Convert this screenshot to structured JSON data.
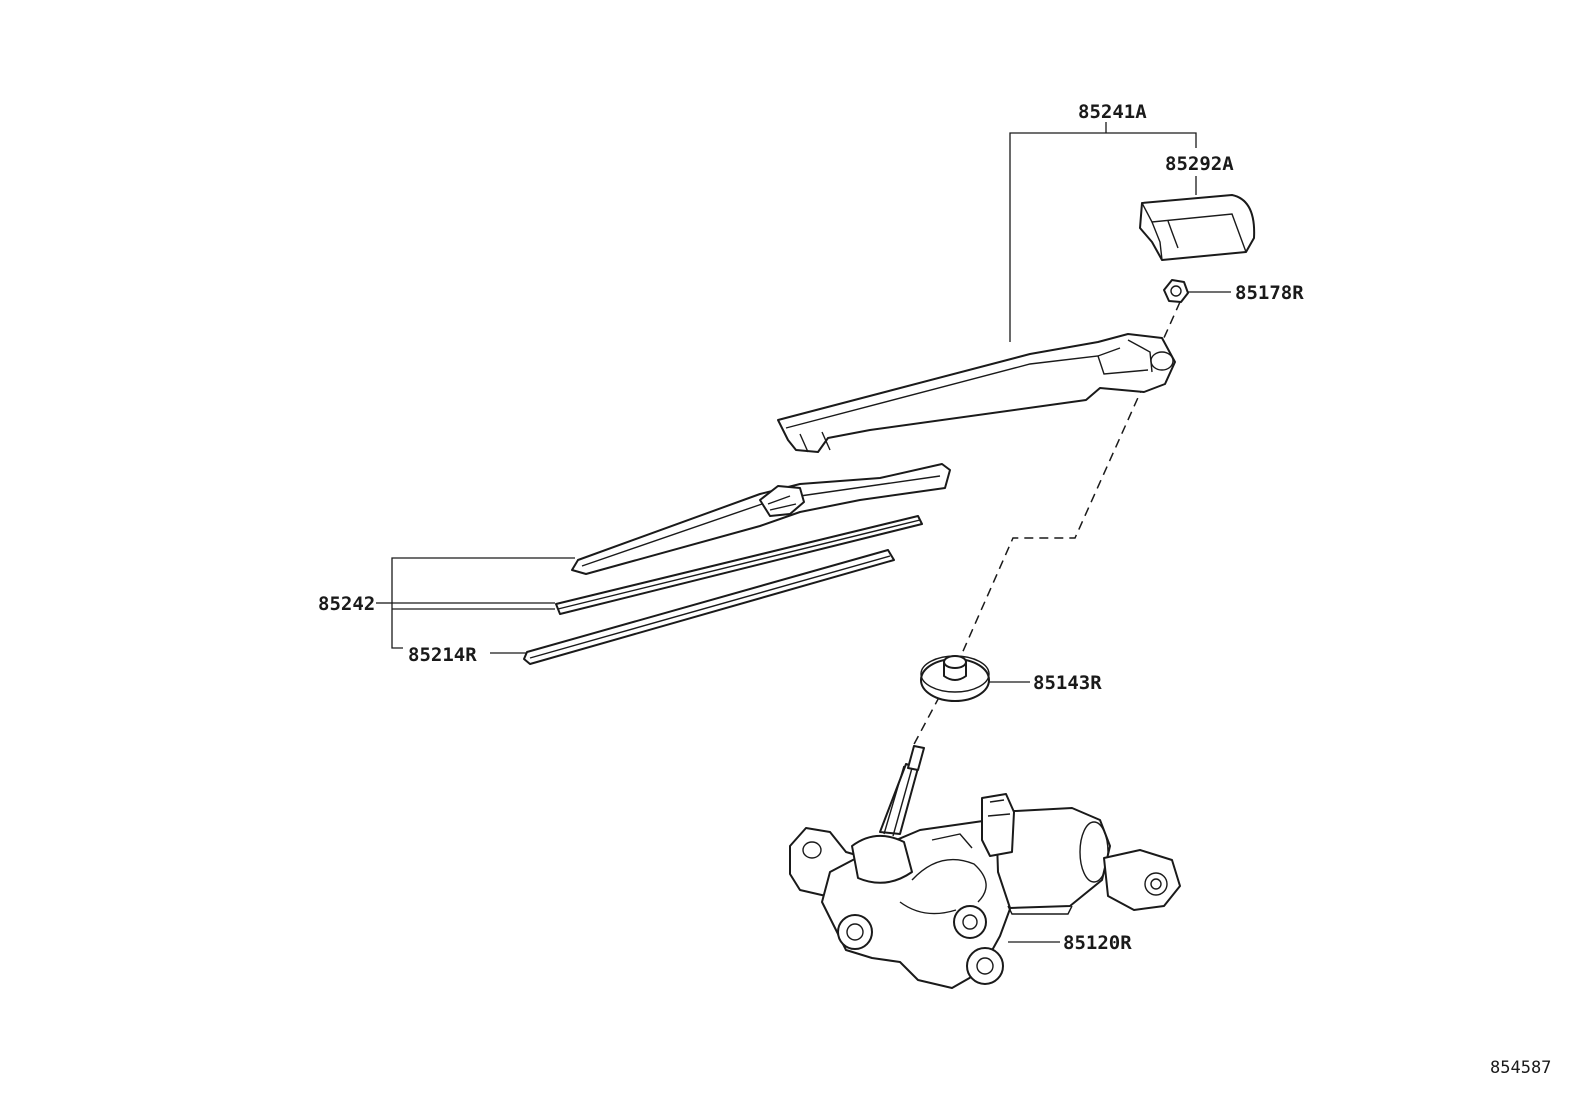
{
  "parts": {
    "arm_assembly": "85241A",
    "arm_cap": "85292A",
    "nut": "85178R",
    "blade_assembly": "85242",
    "blade_rubber": "85214R",
    "pivot_cushion": "85143R",
    "motor": "85120R"
  },
  "reference_code": "854587"
}
